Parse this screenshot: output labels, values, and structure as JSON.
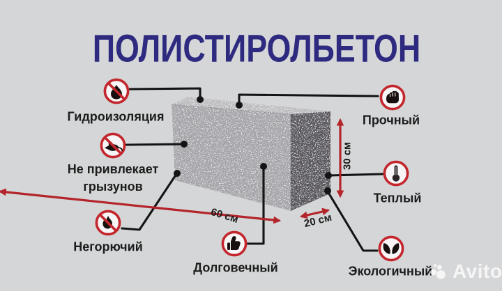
{
  "title": "ПОЛИСТИРОЛБЕТОН",
  "features": [
    {
      "id": "waterproof",
      "label": "Гидроизоляция",
      "icon": "no-water-drop-icon"
    },
    {
      "id": "rodents",
      "label": "Не привлекает грызунов",
      "icon": "no-rodent-icon"
    },
    {
      "id": "fireproof",
      "label": "Негорючий",
      "icon": "no-fire-icon"
    },
    {
      "id": "strong",
      "label": "Прочный",
      "icon": "fist-icon"
    },
    {
      "id": "warm",
      "label": "Теплый",
      "icon": "thermometer-icon"
    },
    {
      "id": "durable",
      "label": "Долговечный",
      "icon": "thumbs-up-icon"
    },
    {
      "id": "eco",
      "label": "Экологичный",
      "icon": "leaf-icon"
    }
  ],
  "dimensions": {
    "length": "60 см",
    "depth": "20 см",
    "height": "30 см"
  },
  "watermark": "Avito",
  "colors": {
    "background": "#d5d6d7",
    "title": "#2e2a80",
    "prohibition_red": "#c3262c",
    "arrow_red": "#b3242b",
    "callout_black": "#141414",
    "block_front": "#a4a4a9",
    "block_top": "#bdbdc1",
    "block_side": "#59565c"
  }
}
